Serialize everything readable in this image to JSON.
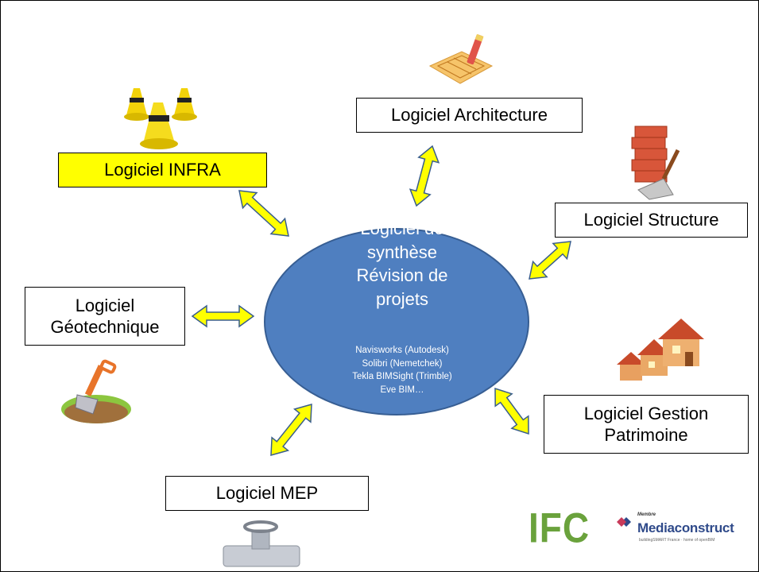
{
  "hub": {
    "title_lines": [
      "Logiciel de",
      "synthèse",
      "Révision de",
      "projets"
    ],
    "tools": [
      "Navisworks (Autodesk)",
      "Solibri (Nemetchek)",
      "Tekla BIMSight (Trimble)",
      "Eve BIM…"
    ]
  },
  "nodes": {
    "architecture": "Logiciel Architecture",
    "infra": "Logiciel INFRA",
    "structure": "Logiciel Structure",
    "geotechnique": [
      "Logiciel",
      "Géotechnique"
    ],
    "gestion": [
      "Logiciel Gestion",
      "Patrimoine"
    ],
    "mep": "Logiciel MEP"
  },
  "logos": {
    "ifc": "IFC",
    "mediaconstruct_member": "Membre",
    "mediaconstruct": "Mediaconstruct",
    "mediaconstruct_tagline": "buildingSMART France · home of openBIM"
  },
  "icons": [
    "architecture-plan-icon",
    "traffic-cones-icon",
    "bricks-trowel-icon",
    "shovel-icon",
    "houses-icon",
    "valve-pipe-icon"
  ],
  "colors": {
    "hub_fill": "#4f7fc0",
    "hub_stroke": "#375e93",
    "arrow_fill": "#ffff00",
    "arrow_stroke": "#3a5e8c",
    "infra_highlight": "#ffff00",
    "ifc_green": "#6aa23c"
  }
}
